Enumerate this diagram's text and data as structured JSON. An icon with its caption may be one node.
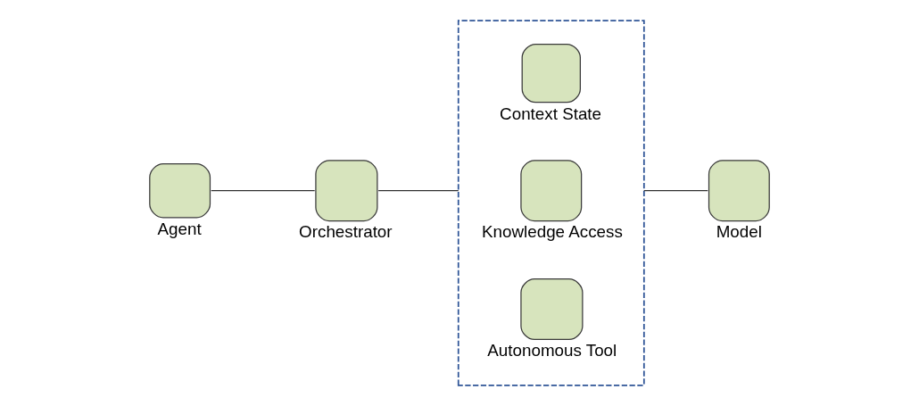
{
  "diagram": {
    "nodes": [
      {
        "text": [
          "Agent"
        ]
      },
      {
        "text": [
          "Orchestrator"
        ]
      },
      {
        "text": [],
        "shape": "box"
      },
      {
        "text": [
          "Context State"
        ],
        "in": 2
      },
      {
        "text": [
          "Knowledge Access"
        ],
        "in": 2
      },
      {
        "text": [
          "Autonomous Tool"
        ],
        "in": 2
      },
      {
        "text": [
          "Model"
        ]
      }
    ],
    "edges": [
      {
        "from": 0,
        "to": 1,
        "arrow": "none"
      },
      {
        "from": 1,
        "to": 2,
        "arrow": "none"
      },
      {
        "from": 2,
        "to": 6,
        "arrow": "none"
      }
    ]
  }
}
